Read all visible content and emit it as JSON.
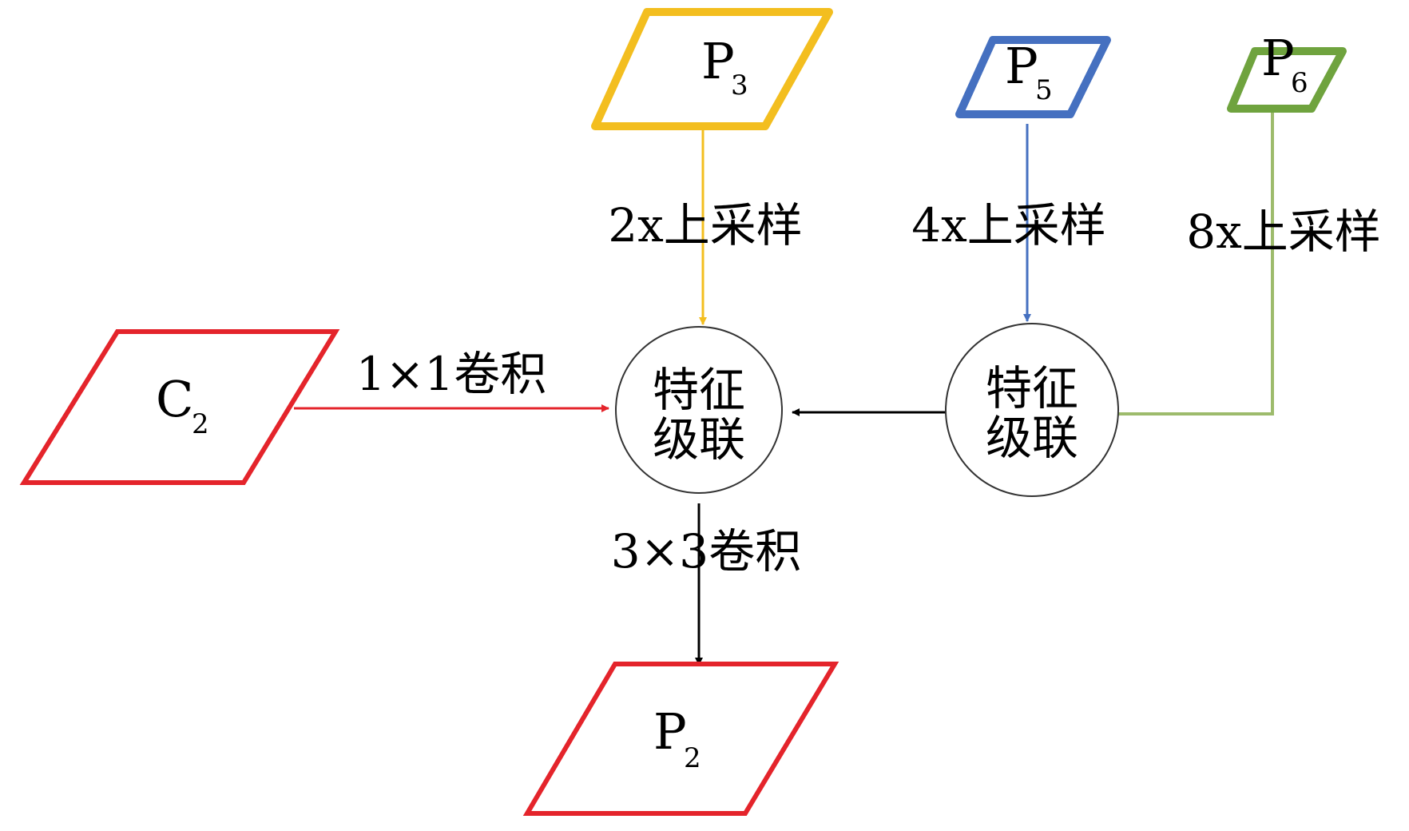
{
  "nodes": {
    "p3": {
      "main": "P",
      "sub": "3",
      "color": "#F3BE1F"
    },
    "p5": {
      "main": "P",
      "sub": "5",
      "color": "#4570C0"
    },
    "p6": {
      "main": "P",
      "sub": "6",
      "color": "#6FA33E"
    },
    "c2": {
      "main": "C",
      "sub": "2",
      "color": "#E4242B"
    },
    "p2": {
      "main": "P",
      "sub": "2",
      "color": "#E4242B"
    },
    "concat_center": {
      "line1": "特征",
      "line2": "级联"
    },
    "concat_right": {
      "line1": "特征",
      "line2": "级联"
    }
  },
  "edges": {
    "upsample_2x": {
      "label": "2x上采样",
      "color": "#F3BE1F"
    },
    "upsample_4x": {
      "label": "4x上采样",
      "color": "#4570C0"
    },
    "upsample_8x": {
      "label": "8x上采样",
      "color": "#9DBB6C"
    },
    "conv_1x1": {
      "label": "1×1卷积",
      "color": "#E4242B"
    },
    "conv_3x3": {
      "label": "3×3卷积",
      "color": "#000000"
    },
    "concat_link": {
      "color": "#000000"
    }
  }
}
